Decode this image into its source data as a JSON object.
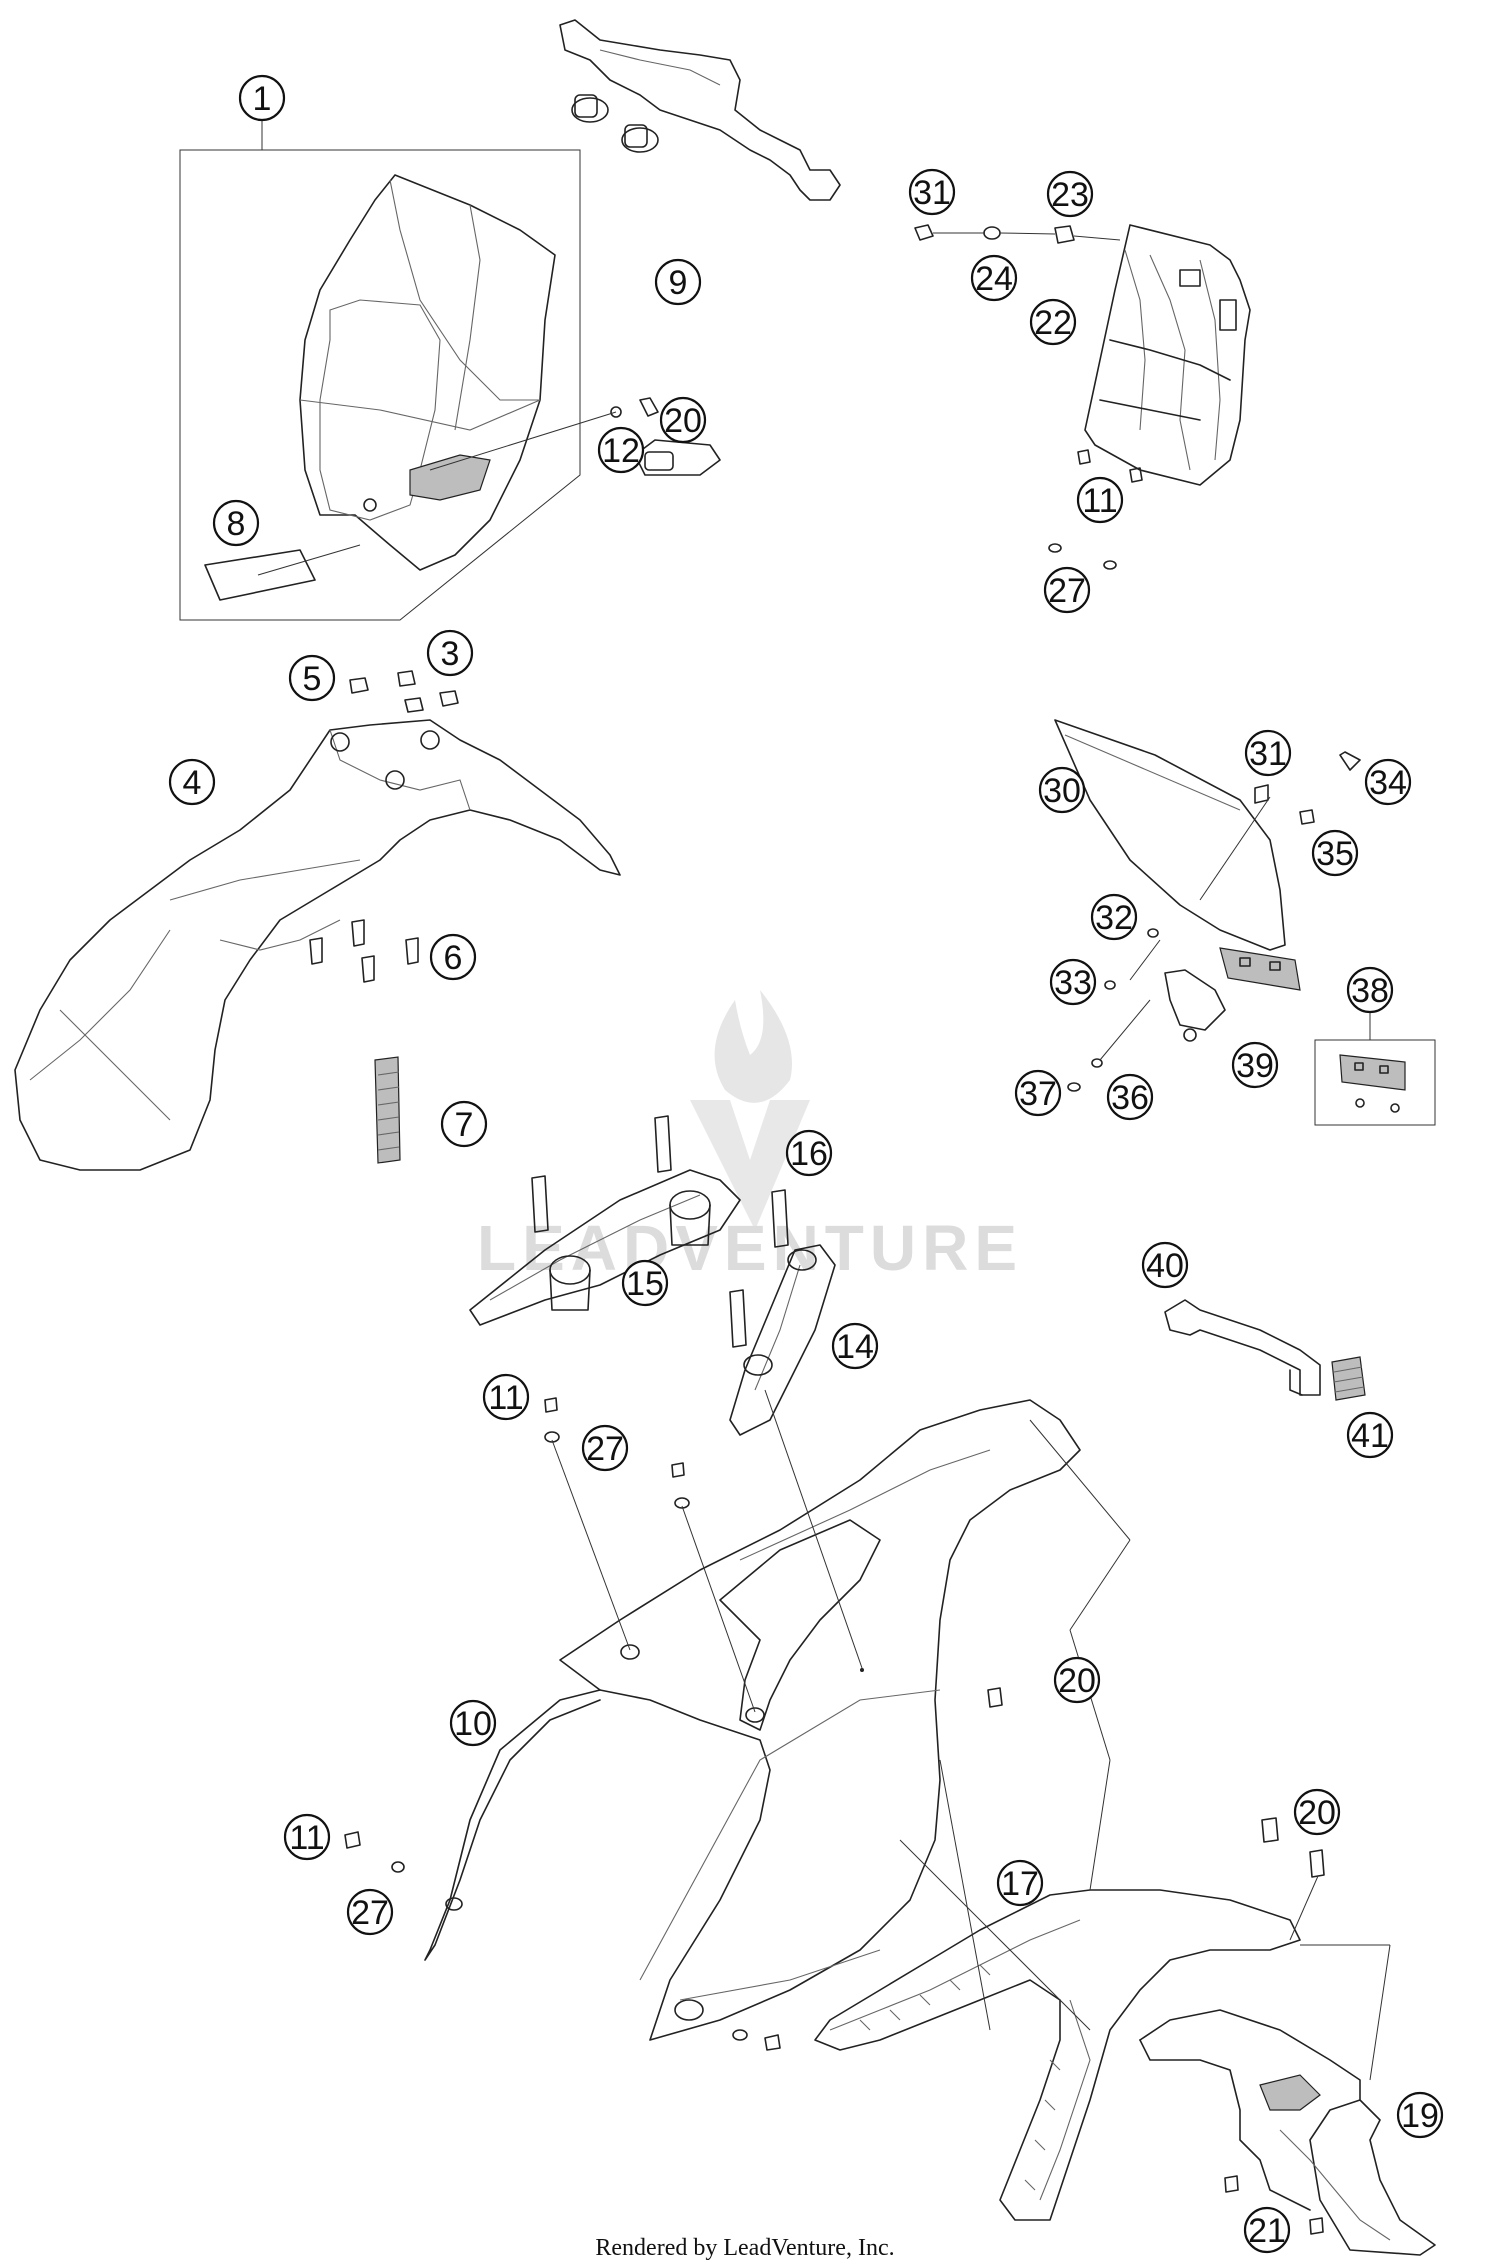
{
  "callouts": [
    {
      "label": "1"
    },
    {
      "label": "8"
    },
    {
      "label": "9"
    },
    {
      "label": "12"
    },
    {
      "label": "20"
    },
    {
      "label": "31"
    },
    {
      "label": "24"
    },
    {
      "label": "23"
    },
    {
      "label": "22"
    },
    {
      "label": "11"
    },
    {
      "label": "27"
    },
    {
      "label": "5"
    },
    {
      "label": "3"
    },
    {
      "label": "4"
    },
    {
      "label": "6"
    },
    {
      "label": "30"
    },
    {
      "label": "31"
    },
    {
      "label": "34"
    },
    {
      "label": "35"
    },
    {
      "label": "32"
    },
    {
      "label": "33"
    },
    {
      "label": "38"
    },
    {
      "label": "39"
    },
    {
      "label": "37"
    },
    {
      "label": "36"
    },
    {
      "label": "7"
    },
    {
      "label": "16"
    },
    {
      "label": "15"
    },
    {
      "label": "14"
    },
    {
      "label": "40"
    },
    {
      "label": "41"
    },
    {
      "label": "11"
    },
    {
      "label": "27"
    },
    {
      "label": "10"
    },
    {
      "label": "20"
    },
    {
      "label": "11"
    },
    {
      "label": "27"
    },
    {
      "label": "20"
    },
    {
      "label": "17"
    },
    {
      "label": "19"
    },
    {
      "label": "21"
    }
  ],
  "watermark": "LEADVENTURE",
  "footer": "Rendered by LeadVenture, Inc."
}
